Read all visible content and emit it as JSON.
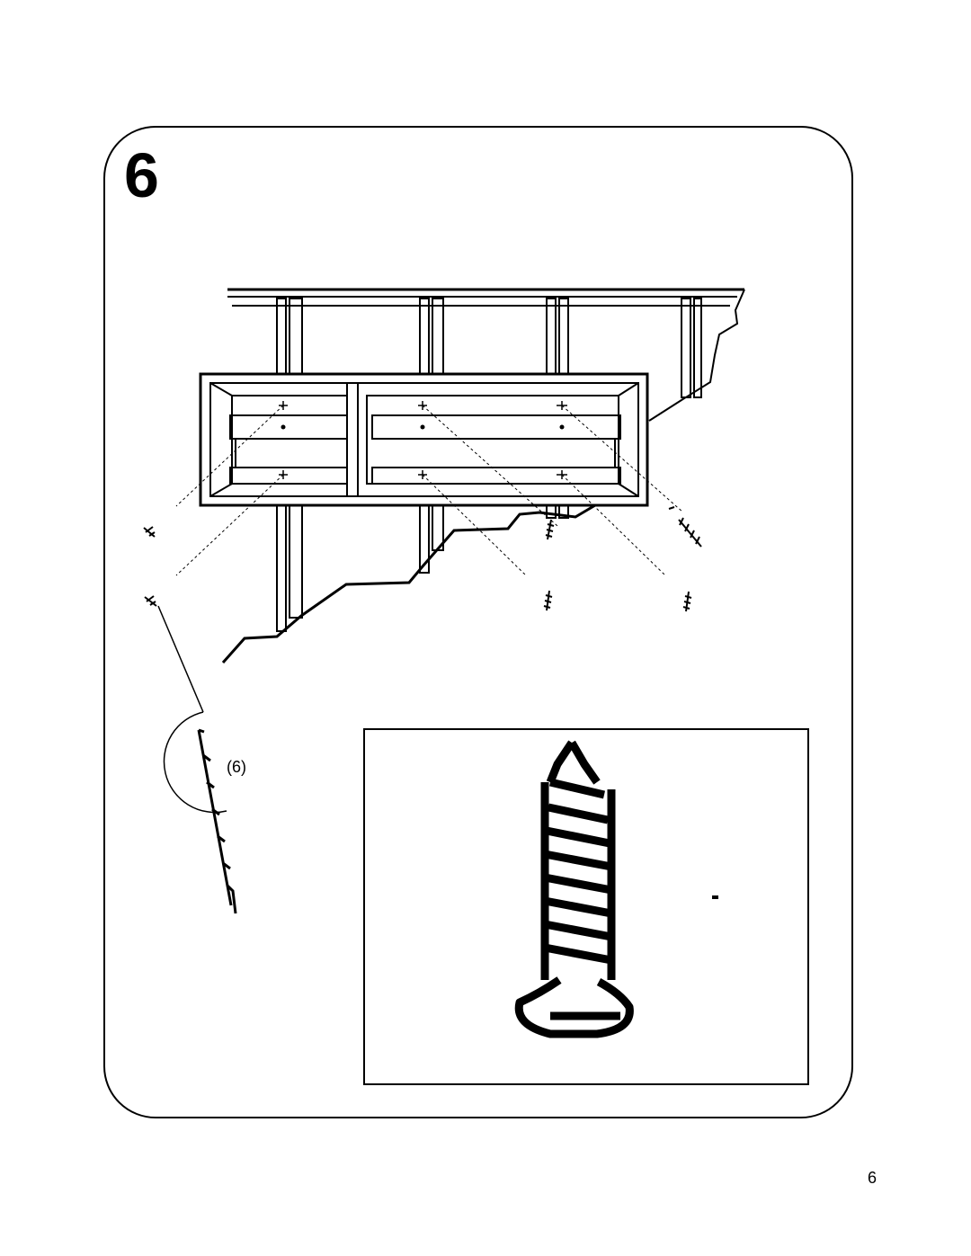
{
  "step": {
    "number": "6"
  },
  "callout": {
    "part_label": "(6)"
  },
  "footer": {
    "page_number": "6"
  }
}
